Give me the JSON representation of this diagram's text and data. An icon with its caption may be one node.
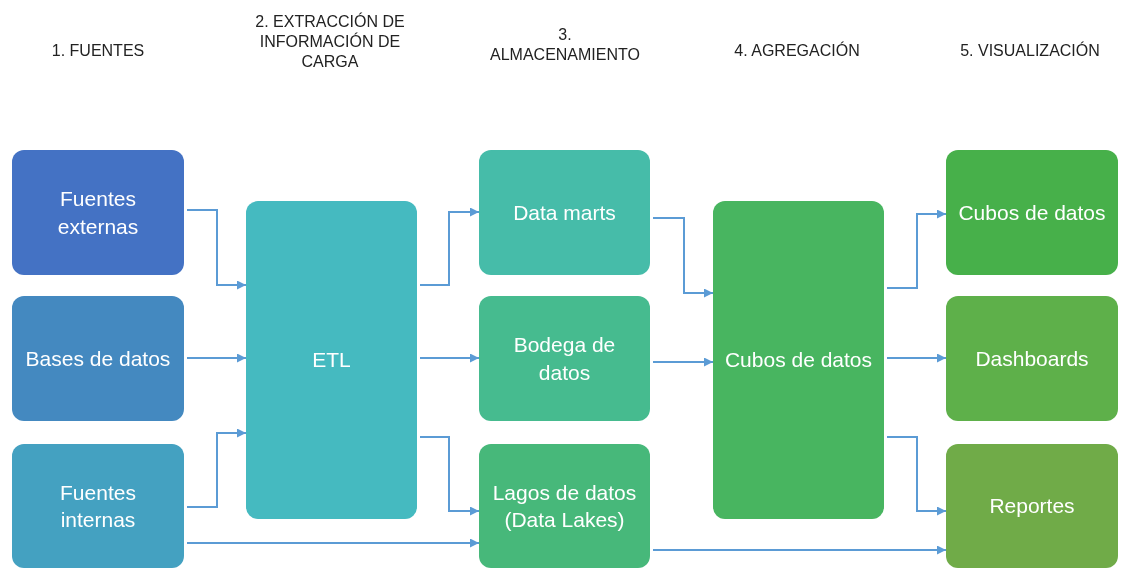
{
  "diagram": {
    "nodes": [
      {
        "text": [
          "Fuentes externas"
        ]
      },
      {
        "text": [
          "Bases de datos"
        ]
      },
      {
        "text": [
          "Fuentes internas"
        ]
      },
      {
        "text": [
          "ETL"
        ]
      },
      {
        "text": [
          "Data marts"
        ]
      },
      {
        "text": [
          "Bodega de datos"
        ]
      },
      {
        "text": [
          "Lagos de datos (Data Lakes)"
        ]
      },
      {
        "text": [
          "Cubos de datos"
        ]
      },
      {
        "text": [
          "Cubos de datos"
        ]
      },
      {
        "text": [
          "Dashboards"
        ]
      },
      {
        "text": [
          "Reportes"
        ]
      }
    ],
    "edges": [
      {
        "from": 0,
        "to": 3,
        "arrow": "to"
      },
      {
        "from": 1,
        "to": 3,
        "arrow": "to"
      },
      {
        "from": 2,
        "to": 3,
        "arrow": "to"
      },
      {
        "from": 2,
        "to": 6,
        "arrow": "to"
      },
      {
        "from": 3,
        "to": 4,
        "arrow": "to"
      },
      {
        "from": 3,
        "to": 5,
        "arrow": "to"
      },
      {
        "from": 3,
        "to": 6,
        "arrow": "to"
      },
      {
        "from": 4,
        "to": 7,
        "arrow": "to"
      },
      {
        "from": 5,
        "to": 7,
        "arrow": "to"
      },
      {
        "from": 6,
        "to": 10,
        "arrow": "to"
      },
      {
        "from": 7,
        "to": 8,
        "arrow": "to"
      },
      {
        "from": 7,
        "to": 9,
        "arrow": "to"
      },
      {
        "from": 7,
        "to": 10,
        "arrow": "to"
      }
    ],
    "labels": [
      "1. FUENTES",
      "2. EXTRACCIÓN DE INFORMACIÓN DE CARGA",
      "3. ALMACENAMIENTO",
      "4. AGREGACIÓN",
      "5. VISUALIZACIÓN"
    ]
  }
}
